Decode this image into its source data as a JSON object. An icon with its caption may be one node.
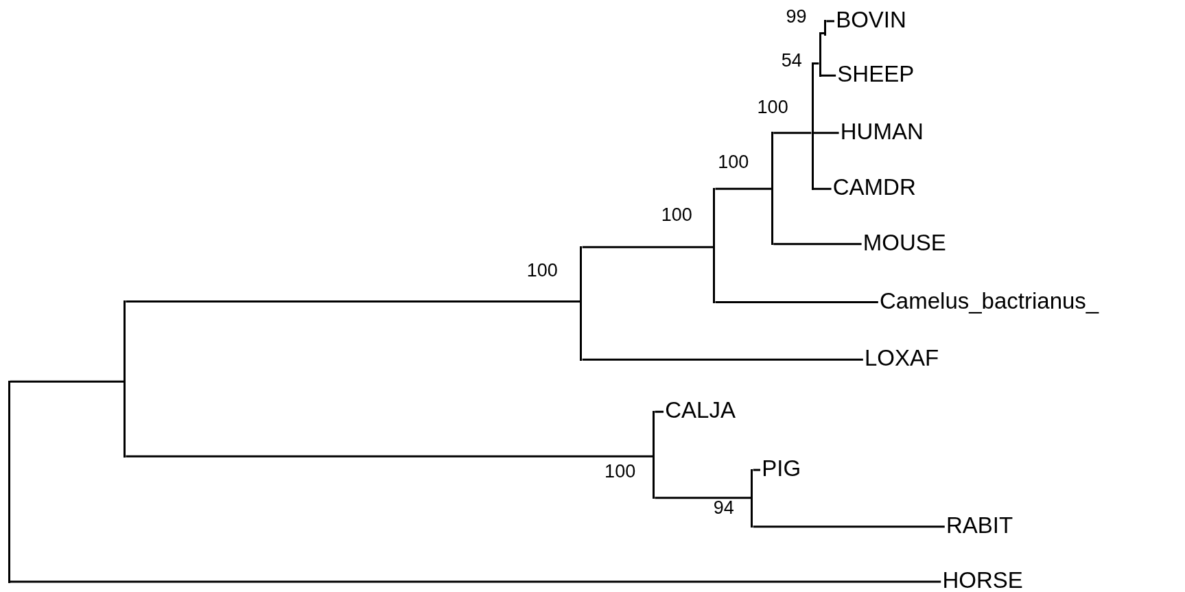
{
  "diagram": {
    "nodes": [
      {
        "text": [],
        "shape": "bar"
      },
      {
        "text": [],
        "shape": "bar"
      },
      {
        "text": [],
        "shape": "bar",
        "beside": [
          "100"
        ]
      },
      {
        "text": [],
        "shape": "bar",
        "beside": [
          "100"
        ]
      },
      {
        "text": [],
        "shape": "bar",
        "beside": [
          "100"
        ]
      },
      {
        "text": [],
        "shape": "bar",
        "beside": [
          "100"
        ]
      },
      {
        "text": [],
        "shape": "bar",
        "beside": [
          "54"
        ]
      },
      {
        "text": [],
        "shape": "bar",
        "beside": [
          "99"
        ]
      },
      {
        "text": [
          "BOVIN"
        ]
      },
      {
        "text": [
          "SHEEP"
        ]
      },
      {
        "text": [
          "HUMAN"
        ]
      },
      {
        "text": [
          "CAMDR"
        ]
      },
      {
        "text": [
          "MOUSE"
        ]
      },
      {
        "text": [
          "Camelus_bactrianus_"
        ]
      },
      {
        "text": [
          "LOXAF"
        ]
      },
      {
        "text": [],
        "shape": "bar",
        "beside": [
          "100"
        ]
      },
      {
        "text": [
          "CALJA"
        ]
      },
      {
        "text": [],
        "shape": "bar",
        "beside": [
          "94"
        ]
      },
      {
        "text": [
          "PIG"
        ]
      },
      {
        "text": [
          "RABIT"
        ]
      },
      {
        "text": [
          "HORSE"
        ]
      }
    ],
    "edges": [
      {
        "from": 0,
        "to": 1,
        "arrow": "none"
      },
      {
        "from": 1,
        "to": 2,
        "arrow": "none"
      },
      {
        "from": 2,
        "to": 3,
        "arrow": "none"
      },
      {
        "from": 3,
        "to": 4,
        "arrow": "none"
      },
      {
        "from": 4,
        "to": 5,
        "arrow": "none"
      },
      {
        "from": 5,
        "to": 6,
        "arrow": "none"
      },
      {
        "from": 6,
        "to": 7,
        "arrow": "none"
      },
      {
        "from": 7,
        "to": 8,
        "arrow": "none"
      },
      {
        "from": 6,
        "to": 9,
        "arrow": "none"
      },
      {
        "from": 5,
        "to": 10,
        "arrow": "none"
      },
      {
        "from": 5,
        "to": 11,
        "arrow": "none"
      },
      {
        "from": 4,
        "to": 12,
        "arrow": "none"
      },
      {
        "from": 3,
        "to": 13,
        "arrow": "none"
      },
      {
        "from": 2,
        "to": 14,
        "arrow": "none"
      },
      {
        "from": 1,
        "to": 15,
        "arrow": "none"
      },
      {
        "from": 15,
        "to": 16,
        "arrow": "none"
      },
      {
        "from": 15,
        "to": 17,
        "arrow": "none"
      },
      {
        "from": 17,
        "to": 18,
        "arrow": "none"
      },
      {
        "from": 17,
        "to": 19,
        "arrow": "none"
      },
      {
        "from": 0,
        "to": 20,
        "arrow": "none"
      }
    ]
  }
}
